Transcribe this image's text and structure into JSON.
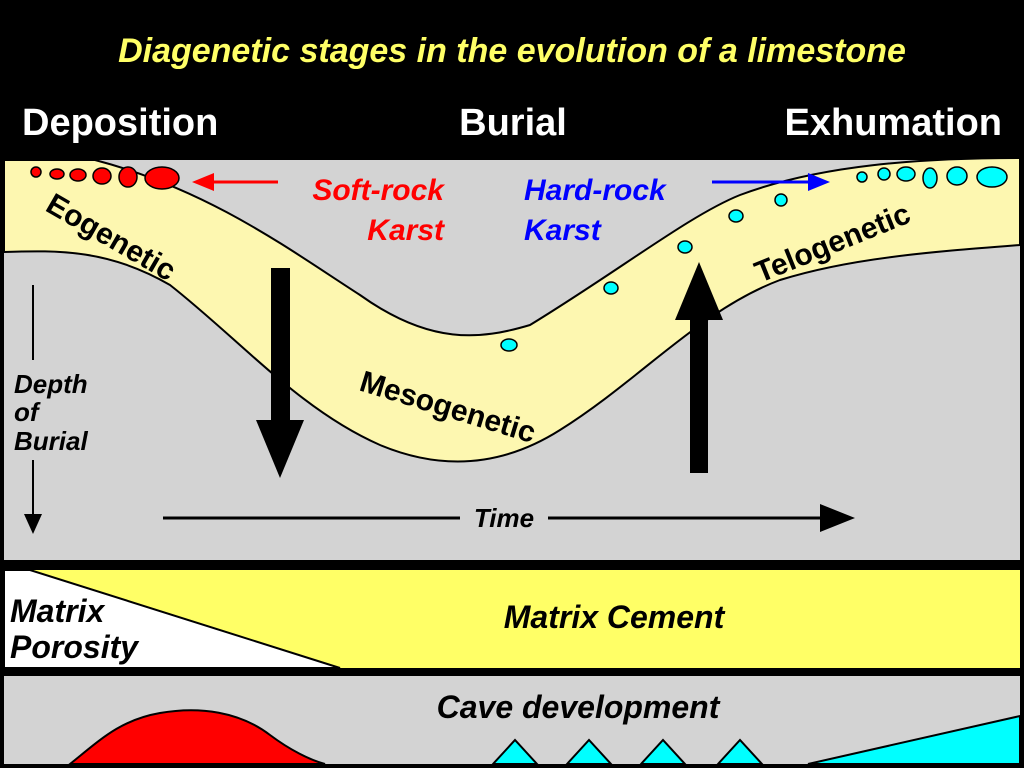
{
  "title": "Diagenetic stages in the evolution of a limestone",
  "stages": {
    "deposition": "Deposition",
    "burial": "Burial",
    "exhumation": "Exhumation"
  },
  "zones": {
    "eogenetic": "Eogenetic",
    "mesogenetic": "Mesogenetic",
    "telogenetic": "Telogenetic"
  },
  "karst": {
    "soft_line1": "Soft-rock",
    "soft_line2": "Karst",
    "hard_line1": "Hard-rock",
    "hard_line2": "Karst"
  },
  "depth_label": {
    "line1": "Depth",
    "line2": "of",
    "line3": "Burial"
  },
  "time_label": "Time",
  "porosity": {
    "line1": "Matrix",
    "line2": "Porosity"
  },
  "cement_label": "Matrix Cement",
  "cave_label": "Cave development",
  "colors": {
    "background": "#000000",
    "rock_grey": "#d3d3d3",
    "limestone_band": "#fdf7b0",
    "cement_yellow": "#ffff66",
    "title_yellow": "#ffff66",
    "soft_karst_red": "#ff0000",
    "hard_karst_blue": "#0000ff",
    "cave_cyan": "#00ffff"
  }
}
